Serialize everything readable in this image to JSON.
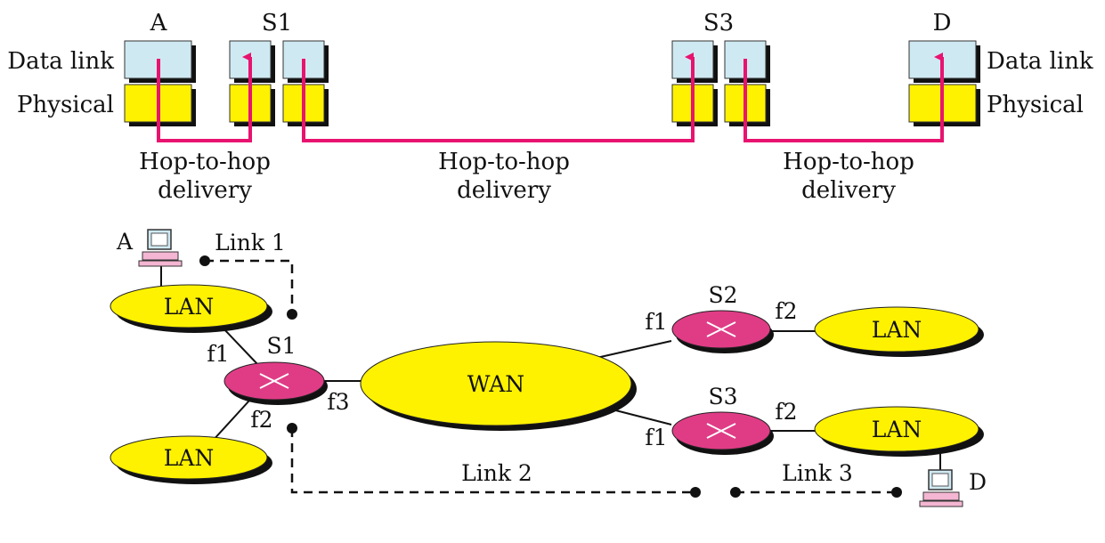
{
  "colors": {
    "data_link_fill": "#cfe9f2",
    "physical_fill": "#fff200",
    "path_color": "#e8136f",
    "router_fill": "#e03c86",
    "lan_fill": "#fff200",
    "line": "#111111"
  },
  "layers": {
    "data_link": "Data link",
    "physical": "Physical"
  },
  "top_nodes": {
    "a": "A",
    "s1": "S1",
    "s3": "S3",
    "d": "D"
  },
  "hops": [
    {
      "line1": "Hop-to-hop",
      "line2": "delivery"
    },
    {
      "line1": "Hop-to-hop",
      "line2": "delivery"
    },
    {
      "line1": "Hop-to-hop",
      "line2": "delivery"
    }
  ],
  "network": {
    "host_a": "A",
    "host_d": "D",
    "s1": "S1",
    "s2": "S2",
    "s3": "S3",
    "wan": "WAN",
    "lan_top_left": "LAN",
    "lan_bottom_left": "LAN",
    "lan_s2": "LAN",
    "lan_s3": "LAN",
    "s1_f1": "f1",
    "s1_f2": "f2",
    "s1_f3": "f3",
    "s2_f1": "f1",
    "s2_f2": "f2",
    "s3_f1": "f1",
    "s3_f2": "f2",
    "link1": "Link 1",
    "link2": "Link 2",
    "link3": "Link 3"
  },
  "icons": [
    "computer-icon",
    "router-icon",
    "cloud-ellipse"
  ]
}
